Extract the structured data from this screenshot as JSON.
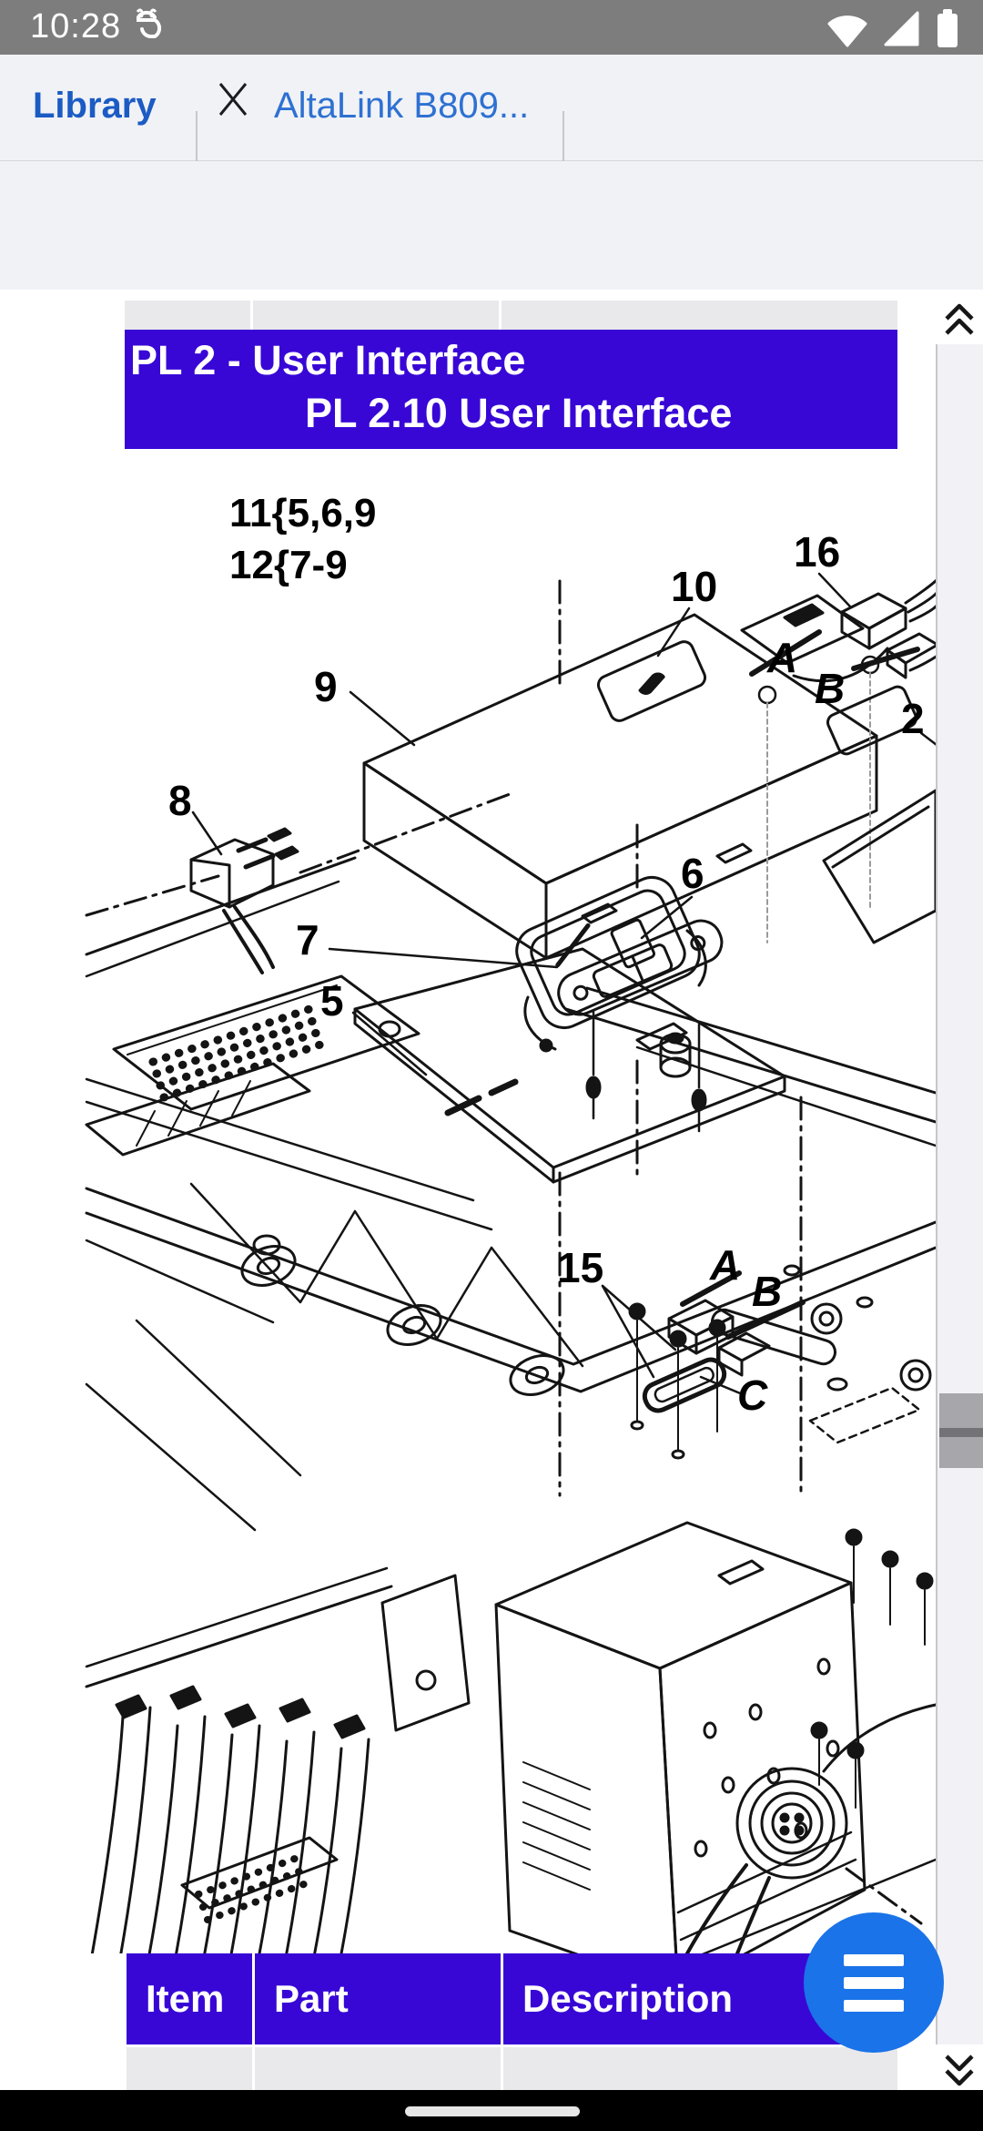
{
  "status_bar": {
    "time": "10:28",
    "left_icon": "bug-app-icon",
    "right_icons": [
      "wifi",
      "cellular-signal",
      "battery"
    ]
  },
  "tab_bar": {
    "tabs": [
      {
        "label": "Library",
        "active": false,
        "closable": false
      },
      {
        "label": "AltaLink B809...",
        "active": true,
        "closable": true
      }
    ]
  },
  "toolbar": {
    "buttons": [
      "apps-grid",
      "page-back",
      "page-forward"
    ]
  },
  "page": {
    "title_line1": "PL 2 - User Interface",
    "title_line2": "PL 2.10 User Interface",
    "annotations": {
      "line1": "11{5,6,9",
      "line2": "12{7-9"
    },
    "labels": {
      "p2": "2",
      "p5": "5",
      "p6": "6",
      "p7": "7",
      "p8": "8",
      "p9": "9",
      "p10": "10",
      "p15": "15",
      "p16": "16",
      "a1": "A",
      "b1": "B",
      "a2": "A",
      "b2": "B",
      "c": "C"
    },
    "table": {
      "headers": [
        "Item",
        "Part",
        "Description"
      ]
    }
  },
  "colors": {
    "accent_blue": "#1a73e8",
    "header_purple": "#3807d6",
    "tab_text_blue": "#1b5bc4",
    "status_gray": "#7d7d7d"
  },
  "fab": {
    "icon": "menu"
  },
  "nav": {
    "home_indicator": "pill"
  }
}
